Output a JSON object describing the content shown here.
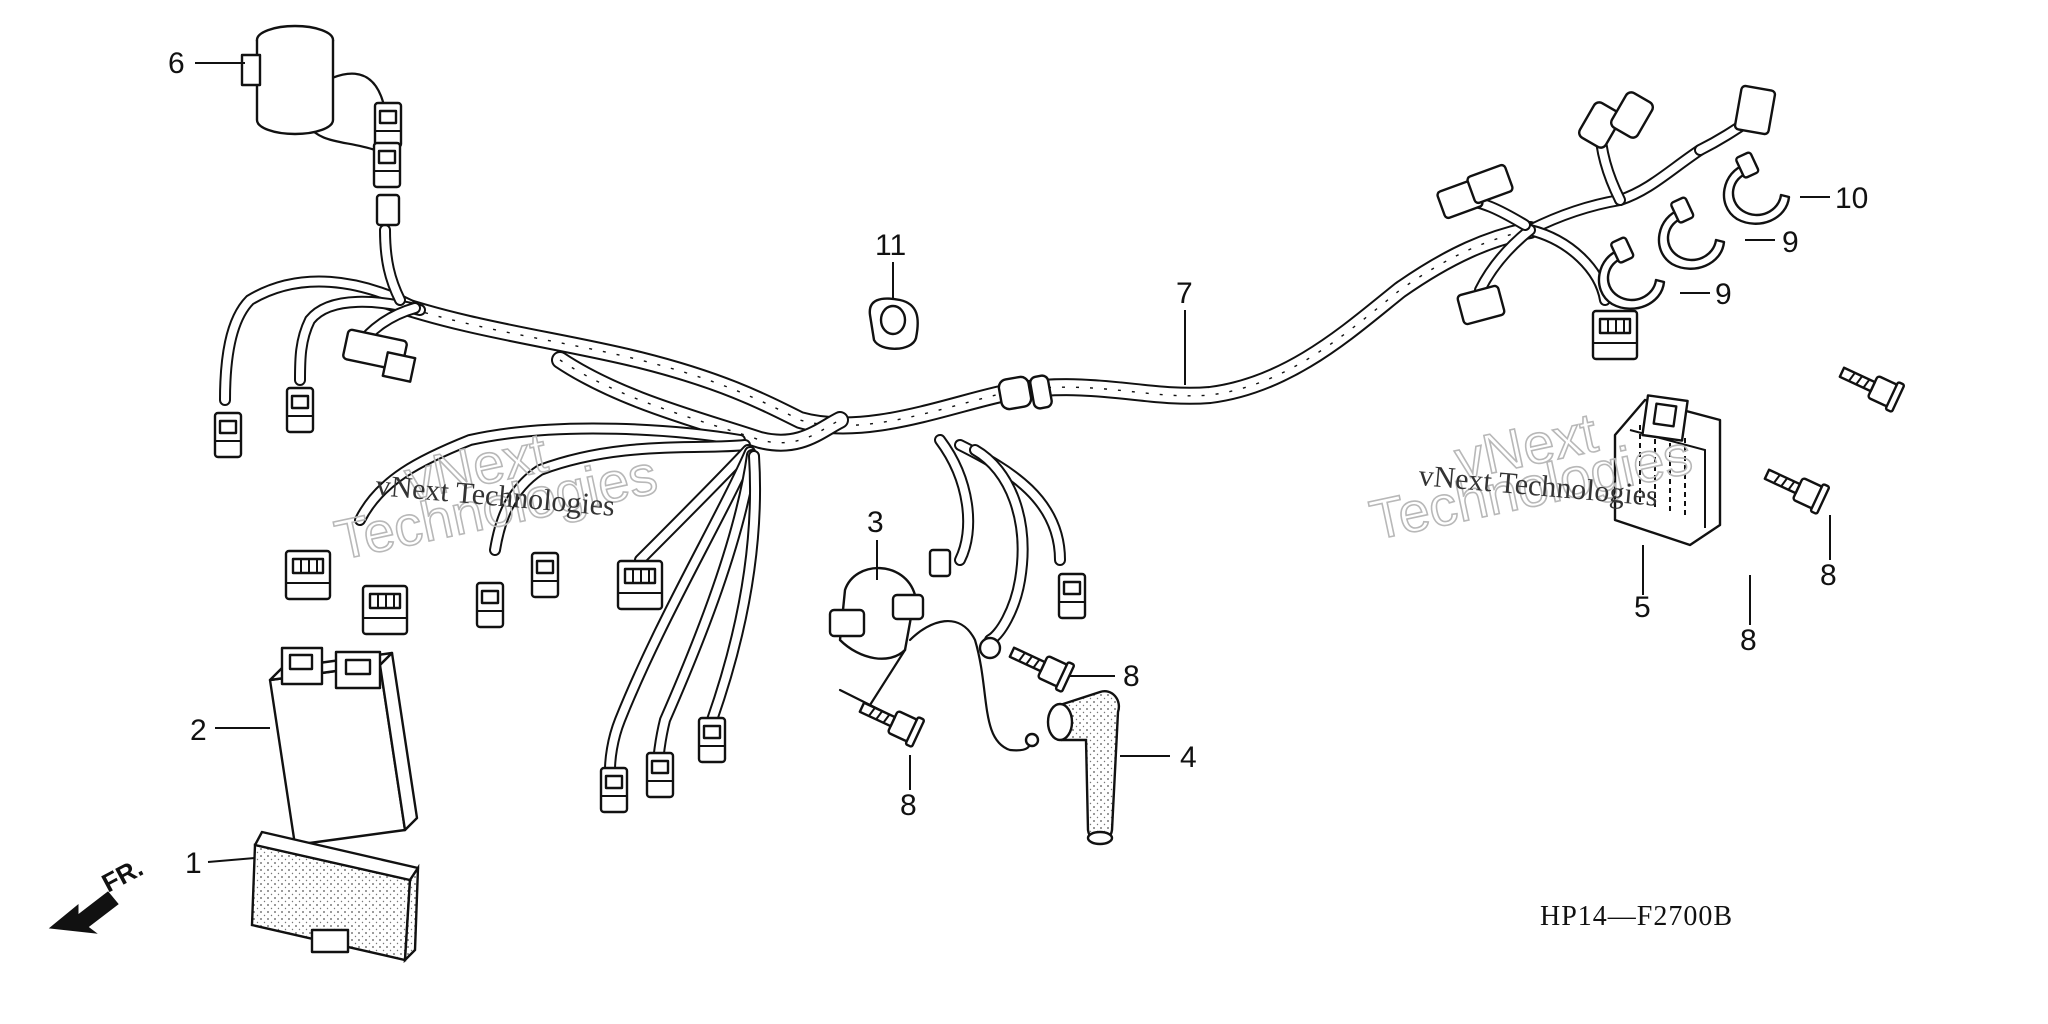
{
  "diagram": {
    "code": "HP14—F2700B",
    "direction_label": "FR.",
    "watermark_text": "vNext Technologies",
    "watermark_big_line1": "vNext",
    "watermark_big_line2": "Technologies"
  },
  "callouts": [
    {
      "id": "c1",
      "label": "1"
    },
    {
      "id": "c2",
      "label": "2"
    },
    {
      "id": "c3",
      "label": "3"
    },
    {
      "id": "c4",
      "label": "4"
    },
    {
      "id": "c5",
      "label": "5"
    },
    {
      "id": "c6",
      "label": "6"
    },
    {
      "id": "c7",
      "label": "7"
    },
    {
      "id": "c8a",
      "label": "8"
    },
    {
      "id": "c8b",
      "label": "8"
    },
    {
      "id": "c8c",
      "label": "8"
    },
    {
      "id": "c8d",
      "label": "8"
    },
    {
      "id": "c9a",
      "label": "9"
    },
    {
      "id": "c9b",
      "label": "9"
    },
    {
      "id": "c10",
      "label": "10"
    },
    {
      "id": "c11",
      "label": "11"
    }
  ]
}
